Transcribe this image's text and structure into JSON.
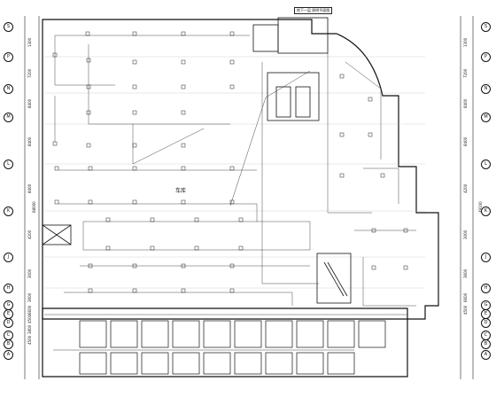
{
  "drawing": {
    "axes_left": [
      "S",
      "P",
      "N",
      "M",
      "L",
      "K",
      "J",
      "H",
      "G",
      "E",
      "D",
      "C",
      "B",
      "A"
    ],
    "axes_right": [
      "S",
      "P",
      "N",
      "M",
      "L",
      "K",
      "J",
      "H",
      "G",
      "E",
      "D",
      "C",
      "B",
      "A"
    ],
    "dims_left": [
      "1300",
      "7200",
      "8400",
      "8400",
      "8400",
      "4200",
      "3000",
      "3600",
      "6600",
      "4500",
      "3800",
      "4500"
    ],
    "dims_left_total": "68000",
    "dims_right": [
      "1300",
      "7200",
      "8400",
      "8400",
      "4200",
      "3000",
      "3600",
      "6600",
      "4500"
    ],
    "dims_right_total": "49100",
    "room_label": "车库",
    "title_block": "地下一层 照明平面图"
  },
  "colors": {
    "line": "#1a1a1a",
    "wire": "#333333",
    "background": "#ffffff"
  }
}
